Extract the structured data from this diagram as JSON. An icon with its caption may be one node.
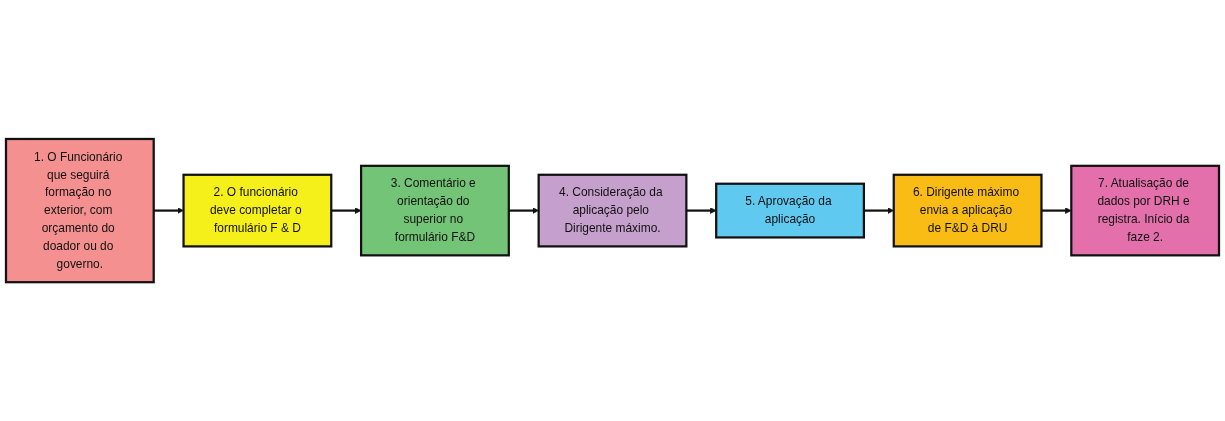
{
  "diagram": {
    "nodes": [
      {
        "text": [
          "1. O Funcionário que seguirá formação no exterior, com orçamento do doador ou do governo."
        ]
      },
      {
        "text": [
          "2. O funcionário deve completar o formulário F & D"
        ]
      },
      {
        "text": [
          "3. Comentário e orientação do superior no formulário F&D"
        ]
      },
      {
        "text": [
          "4. Consideração da aplicação pelo Dirigente máximo."
        ]
      },
      {
        "text": [
          "5. Aprovação da aplicação"
        ]
      },
      {
        "text": [
          "6. Dirigente máximo envia a aplicação de F&D à DRU"
        ]
      },
      {
        "text": [
          "7. Atualisação de dados por DRH e registra. Início da faze 2."
        ]
      }
    ],
    "edges": [
      {
        "from": 0,
        "to": 1,
        "arrow": "to"
      },
      {
        "from": 1,
        "to": 2,
        "arrow": "to"
      },
      {
        "from": 2,
        "to": 3,
        "arrow": "to"
      },
      {
        "from": 3,
        "to": 4,
        "arrow": "to"
      },
      {
        "from": 4,
        "to": 5,
        "arrow": "to"
      },
      {
        "from": 5,
        "to": 6,
        "arrow": "to"
      }
    ]
  }
}
